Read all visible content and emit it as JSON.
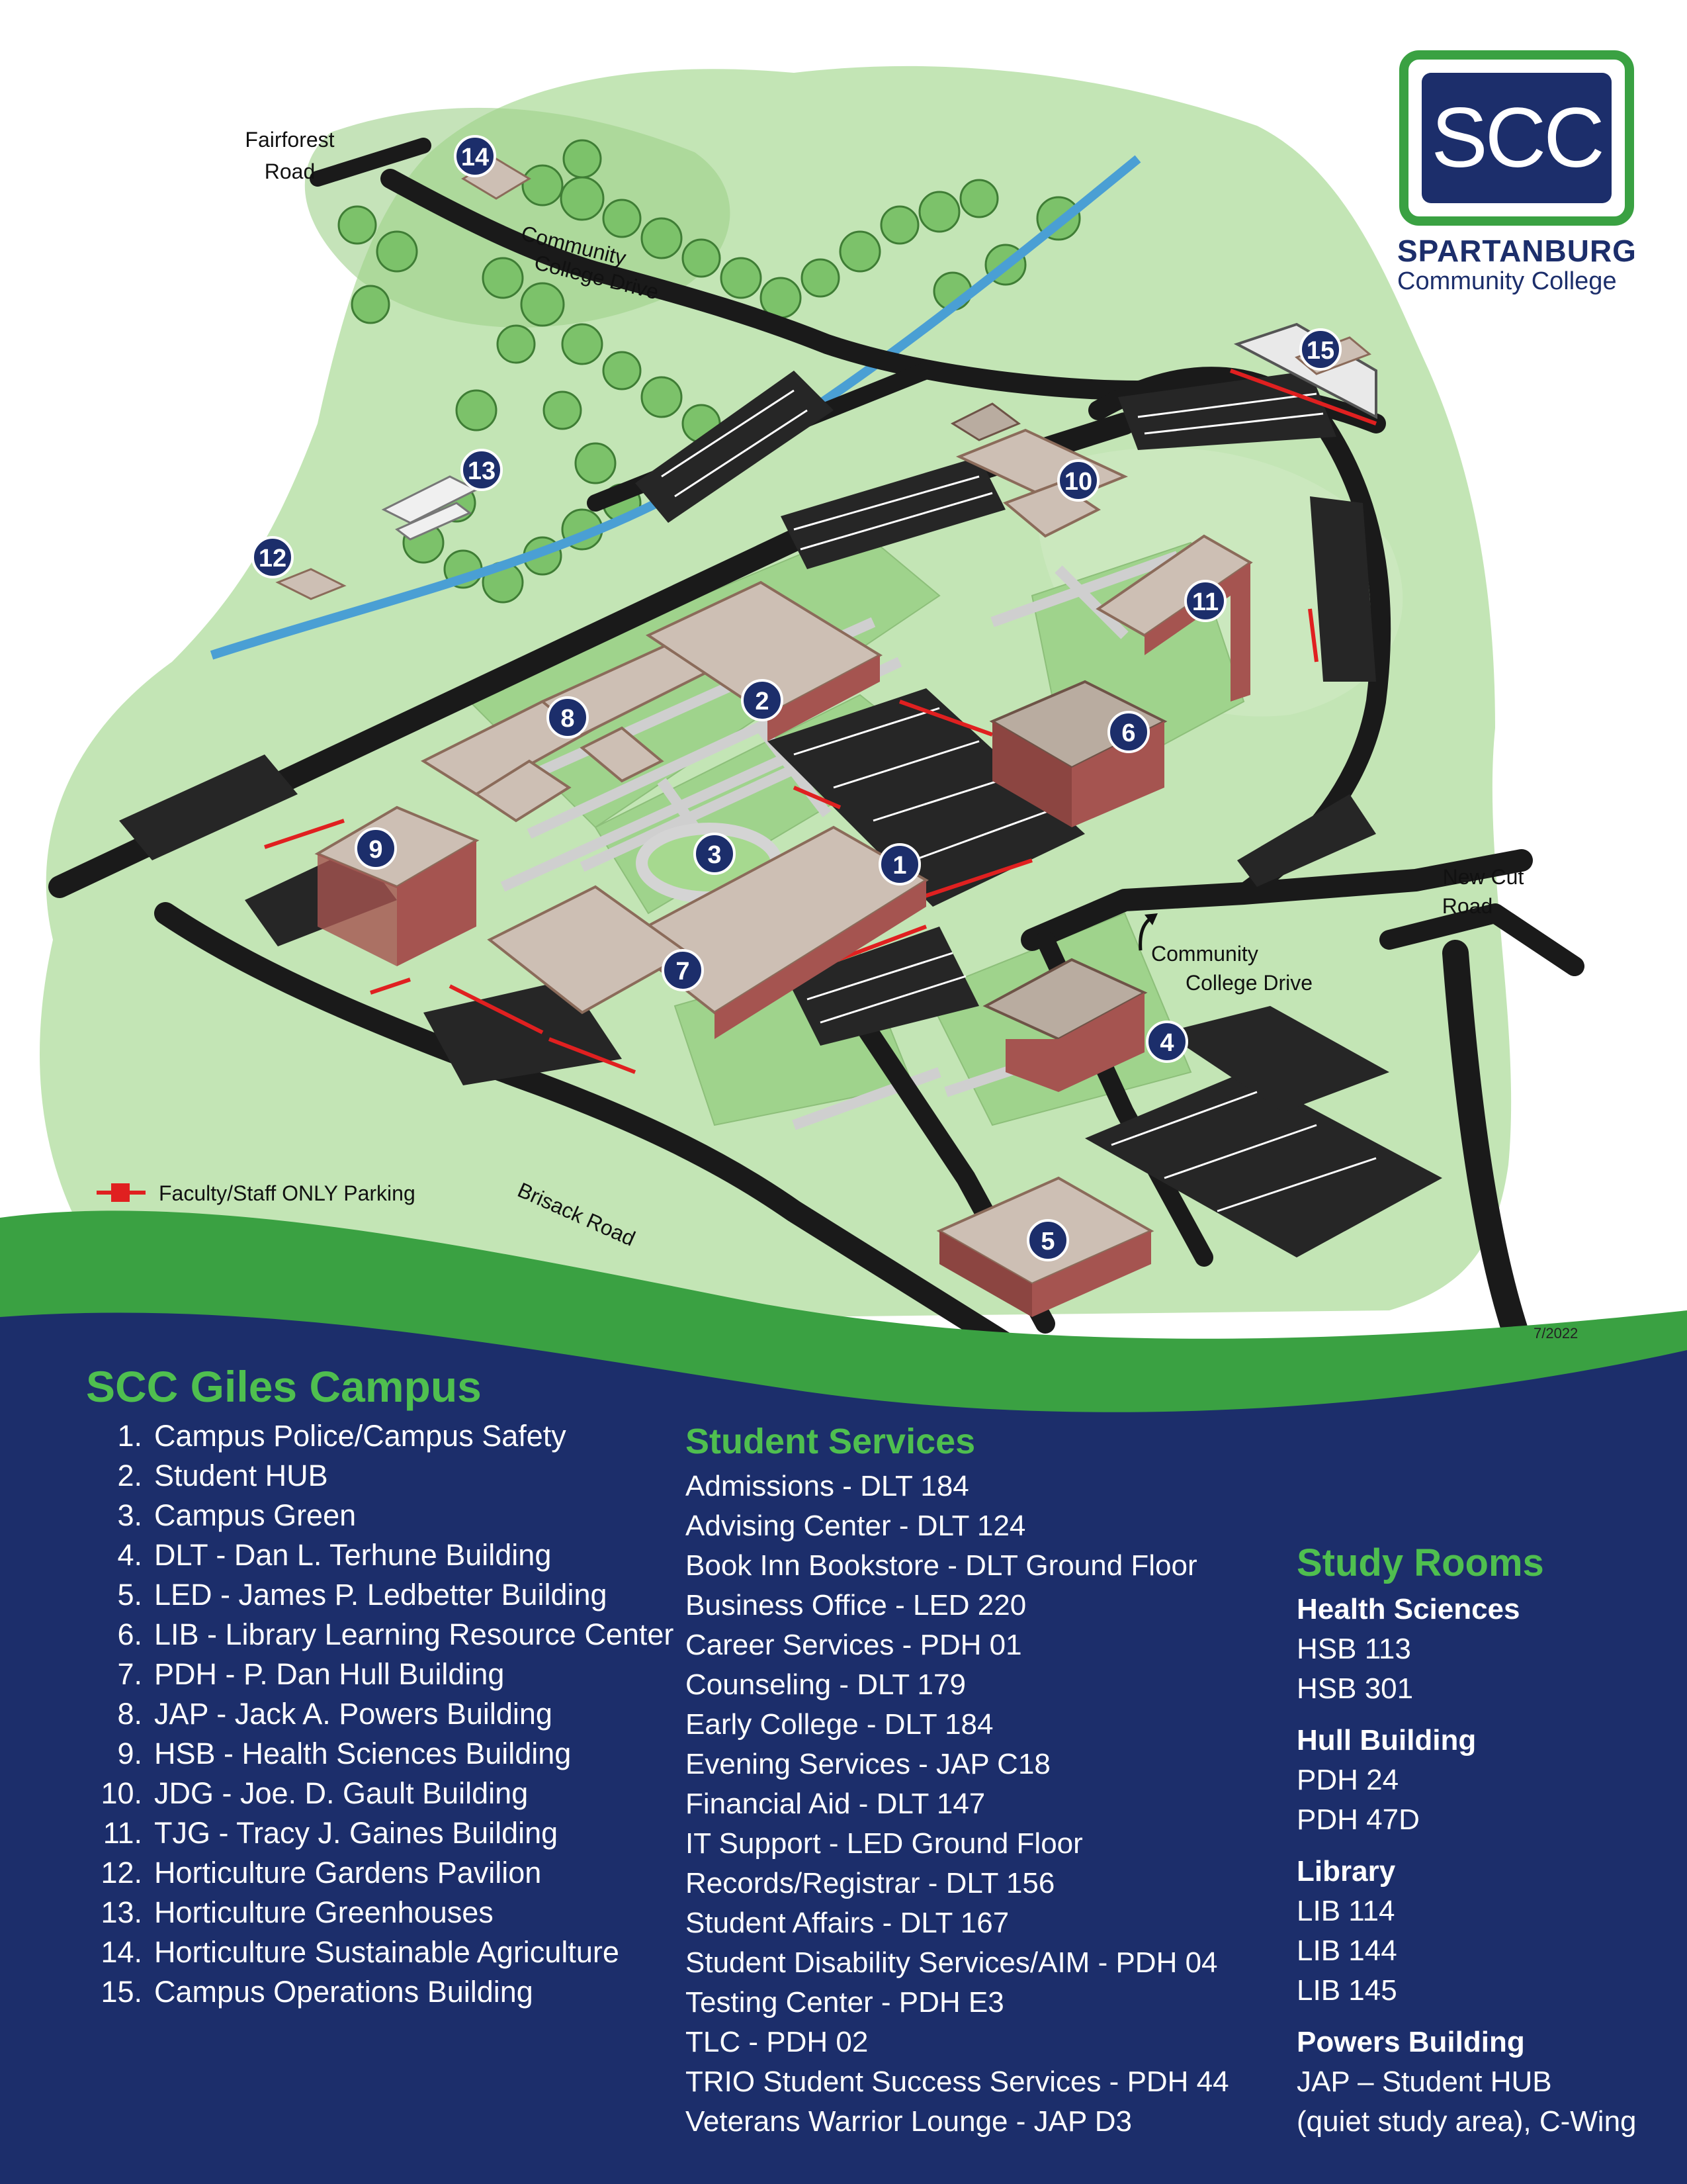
{
  "map": {
    "labels": {
      "fairforest_road": [
        "Fairforest",
        "Road"
      ],
      "community_college_drive_north": [
        "Community",
        "College Drive"
      ],
      "community_college_drive_east": [
        "Community",
        "College Drive"
      ],
      "new_cut_road": [
        "New Cut",
        "Road"
      ],
      "brisack_road": "Brisack Road"
    },
    "markers": [
      "1",
      "2",
      "3",
      "4",
      "5",
      "6",
      "7",
      "8",
      "9",
      "10",
      "11",
      "12",
      "13",
      "14",
      "15"
    ],
    "parking_legend": "Faculty/Staff ONLY Parking",
    "date": "7/2022",
    "colors": {
      "road": "#1a1a1a",
      "building_roof": "#cdbfb4",
      "building_wall": "#a55450",
      "grass": "#a9d89a",
      "walkway": "#cfcfcf",
      "creek": "#4a9fd4",
      "marker": "#1c2e6b",
      "staff_parking": "#e02020",
      "navy": "#1c2e6b",
      "green": "#3aa142"
    }
  },
  "logo": {
    "text": "SCC",
    "name": "SPARTANBURG",
    "subtitle": "Community College"
  },
  "campus": {
    "title": "SCC Giles Campus",
    "buildings": [
      {
        "num": "1.",
        "label": "Campus Police/Campus Safety"
      },
      {
        "num": "2.",
        "label": "Student HUB"
      },
      {
        "num": "3.",
        "label": "Campus Green"
      },
      {
        "num": "4.",
        "label": "DLT - Dan L. Terhune Building"
      },
      {
        "num": "5.",
        "label": "LED - James P. Ledbetter Building"
      },
      {
        "num": "6.",
        "label": "LIB - Library Learning Resource Center"
      },
      {
        "num": "7.",
        "label": "PDH - P. Dan Hull Building"
      },
      {
        "num": "8.",
        "label": "JAP - Jack A. Powers Building"
      },
      {
        "num": "9.",
        "label": "HSB - Health Sciences Building"
      },
      {
        "num": "10.",
        "label": "JDG - Joe. D. Gault Building"
      },
      {
        "num": "11.",
        "label": "TJG - Tracy J. Gaines Building"
      },
      {
        "num": "12.",
        "label": "Horticulture Gardens Pavilion"
      },
      {
        "num": "13.",
        "label": "Horticulture Greenhouses"
      },
      {
        "num": "14.",
        "label": "Horticulture Sustainable Agriculture"
      },
      {
        "num": "15.",
        "label": "Campus Operations Building"
      }
    ]
  },
  "student_services": {
    "title": "Student Services",
    "items": [
      "Admissions - DLT  184",
      "Advising Center - DLT 124",
      "Book Inn Bookstore - DLT Ground Floor",
      "Business Office - LED 220",
      "Career Services - PDH 01",
      "Counseling - DLT 179",
      "Early College - DLT 184",
      "Evening Services - JAP  C18",
      "Financial Aid - DLT 147",
      "IT Support - LED Ground Floor",
      "Records/Registrar - DLT 156",
      "Student Affairs - DLT 167",
      "Student Disability Services/AIM - PDH 04",
      "Testing Center - PDH E3",
      "TLC  - PDH 02",
      "TRIO Student Success Services - PDH 44",
      "Veterans Warrior Lounge - JAP D3"
    ]
  },
  "study_rooms": {
    "title": "Study Rooms",
    "groups": [
      {
        "name": "Health Sciences",
        "rooms": [
          "HSB 113",
          "HSB 301"
        ]
      },
      {
        "name": "Hull Building",
        "rooms": [
          "PDH 24",
          "PDH 47D"
        ]
      },
      {
        "name": "Library",
        "rooms": [
          "LIB 114",
          "LIB 144",
          "LIB 145"
        ]
      },
      {
        "name": "Powers Building",
        "rooms": [
          "JAP – Student HUB",
          "(quiet study area), C-Wing"
        ]
      }
    ]
  }
}
